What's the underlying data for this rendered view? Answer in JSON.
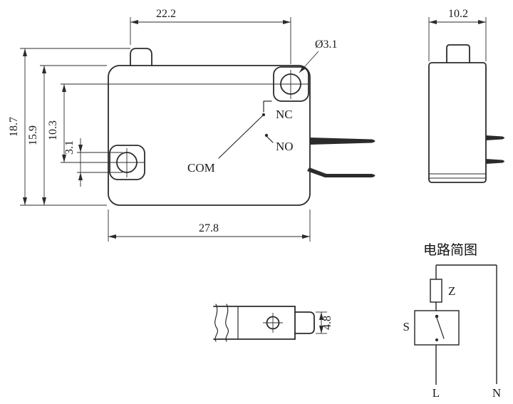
{
  "main_view": {
    "dim_top_width": "22.2",
    "dim_hole_diameter": "Ø3.1",
    "dim_total_height": "18.7",
    "dim_body_height": "15.9",
    "dim_hole_spacing": "10.3",
    "dim_hole_diameter_small": "3.1",
    "dim_bottom_width": "27.8",
    "label_nc": "NC",
    "label_no": "NO",
    "label_com": "COM"
  },
  "side_view": {
    "dim_width": "10.2"
  },
  "terminal_view": {
    "dim_tab_height": "4.8"
  },
  "circuit": {
    "title": "电路简图",
    "component_z": "Z",
    "component_s": "S",
    "terminal_live": "L",
    "terminal_neutral": "N"
  }
}
